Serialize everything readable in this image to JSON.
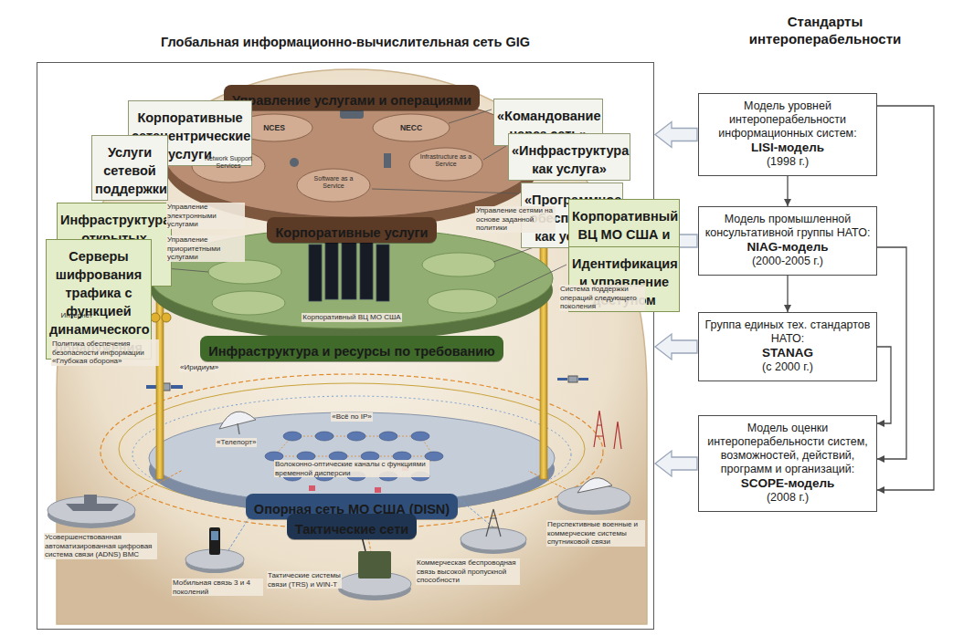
{
  "diagram": {
    "nodes": [
      {
        "text": [
          "Глобальная информационно-вычислительная сеть GIG"
        ]
      },
      {
        "text": [
          "Модель уровней интероперабельности информационных систем:",
          "LISI-модель",
          "(1998 г.)"
        ]
      },
      {
        "text": [
          "Модель промышленной консультативной группы НАТО:",
          "NIAG-модель",
          "(2000-2005 г.)"
        ]
      },
      {
        "text": [
          "Группа единых тех. стандартов НАТО:",
          "STANAG",
          "(с 2000 г.)"
        ]
      },
      {
        "text": [
          "Модель оценки интероперабельности систем, возможностей, действий, программ и организаций:",
          "SCOPE-модель",
          "(2008 г.)"
        ]
      },
      {
        "text": [
          "Управление услугами и операциями"
        ],
        "in": 0
      },
      {
        "text": [
          "Корпоративные сетецентрические услуги"
        ],
        "in": 0
      },
      {
        "text": [
          "Услуги сетевой поддержки"
        ],
        "in": 0
      },
      {
        "text": [
          "«Командование через сеть»"
        ],
        "in": 0
      },
      {
        "text": [
          "«Инфраструктура как услуга»"
        ],
        "in": 0
      },
      {
        "text": [
          "«Программное обеспечение как услуга»"
        ],
        "in": 0
      },
      {
        "text": [
          "Корпоративные услуги"
        ],
        "in": 0
      },
      {
        "text": [
          "Инфраструктура открытых ключей МО США"
        ],
        "in": 0
      },
      {
        "text": [
          "Серверы шифрования трафика с функцией динамического обнаружения"
        ],
        "in": 0
      },
      {
        "text": [
          "Корпоративный ВЦ МО США и виртуализация серверов"
        ],
        "in": 0
      },
      {
        "text": [
          "Идентификация и управление доступом"
        ],
        "in": 0
      },
      {
        "text": [
          "Инфраструктура и ресурсы по требованию"
        ],
        "in": 0
      },
      {
        "text": [
          "Опорная сеть МО США (DISN)"
        ],
        "in": 0
      },
      {
        "text": [
          "Тактические сети"
        ],
        "in": 0
      }
    ],
    "edges": [
      {
        "from": 1,
        "to": 0,
        "arrow": "to"
      },
      {
        "from": 2,
        "to": 0,
        "arrow": "to"
      },
      {
        "from": 3,
        "to": 0,
        "arrow": "to"
      },
      {
        "from": 4,
        "to": 0,
        "arrow": "to"
      },
      {
        "from": 1,
        "to": 2,
        "arrow": "to"
      },
      {
        "from": 2,
        "to": 3,
        "arrow": "to"
      },
      {
        "from": 1,
        "to": 4,
        "arrow": "to"
      },
      {
        "from": 2,
        "to": 4,
        "arrow": "to"
      },
      {
        "from": 3,
        "to": 4,
        "arrow": "to"
      }
    ],
    "labels": [
      "Стандарты интероперабельности",
      "NCES",
      "NECC",
      "Network Support Services",
      "Software as a Service",
      "Infrastructure as a Service",
      "Управление электронными услугами",
      "Управление приоритетными услугами",
      "Корпоративный ВЦ МО США",
      "Управление сетями на основе заданной политики",
      "Система поддержки операций следующего поколения",
      "Интернет",
      "Политика обеспечения безопасности информации «Глубокая оборона»",
      "«Иридиум»",
      "«Всё по IP»",
      "«Телепорт»",
      "Волоконно-оптические каналы с функциями временной дисперсии",
      "Усовершенствованная автоматизированная цифровая система связи (ADNS) ВМС",
      "Мобильная связь 3 и 4 поколений",
      "Тактические системы связи (TRS) и WIN-T",
      "Коммерческая беспроводная связь высокой пропускной способности",
      "Перспективные военные и коммерческие системы спутниковой связи"
    ]
  }
}
